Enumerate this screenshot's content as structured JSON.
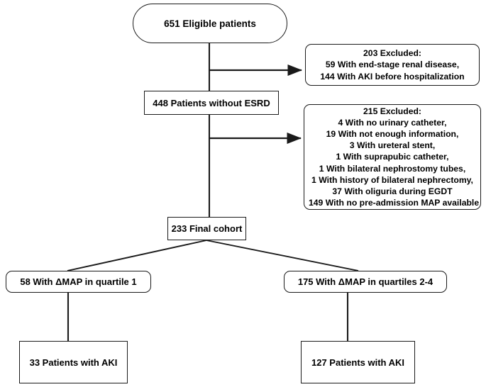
{
  "diagram": {
    "type": "flowchart",
    "title": "Patient enrollment flow diagram",
    "colors": {
      "stroke": "#1a1a1a",
      "fill": "#ffffff",
      "text": "#000000"
    },
    "nodes": {
      "eligible": {
        "label": "651 Eligible patients",
        "count": 651,
        "shape": "pill"
      },
      "excluded_1": {
        "shape": "rounded",
        "lines": [
          "203 Excluded:",
          "59 With end-stage renal disease,",
          "144 With AKI before hospitalization"
        ]
      },
      "without_esrd": {
        "label": "448 Patients without ESRD",
        "count": 448,
        "shape": "square"
      },
      "excluded_2": {
        "shape": "rounded",
        "lines": [
          "215 Excluded:",
          "4 With no urinary catheter,",
          "19 With not enough information,",
          "3 With ureteral stent,",
          "1 With suprapubic catheter,",
          "1 With bilateral nephrostomy tubes,",
          "1 With history of bilateral nephrectomy,",
          "37 With oliguria during EGDT",
          "149 With no pre-admission MAP available"
        ]
      },
      "final_cohort": {
        "label": "233 Final cohort",
        "count": 233,
        "shape": "square"
      },
      "quartile_1": {
        "label": "58 With ΔMAP in quartile 1",
        "count": 58,
        "shape": "rounded"
      },
      "quartile_24": {
        "label": "175 With ΔMAP in quartiles 2-4",
        "count": 175,
        "shape": "rounded"
      },
      "aki_left": {
        "label": "33 Patients with AKI",
        "count": 33,
        "shape": "square"
      },
      "aki_right": {
        "label": "127 Patients with AKI",
        "count": 127,
        "shape": "square"
      }
    },
    "connectors": [
      {
        "name": "eligible-to-without-esrd",
        "style": "line"
      },
      {
        "name": "branch-to-excluded-1",
        "style": "arrow"
      },
      {
        "name": "without-esrd-to-final-cohort",
        "style": "line"
      },
      {
        "name": "branch-to-excluded-2",
        "style": "arrow"
      },
      {
        "name": "final-cohort-to-quartile-1",
        "style": "line"
      },
      {
        "name": "final-cohort-to-quartile-24",
        "style": "line"
      },
      {
        "name": "quartile-1-to-aki-left",
        "style": "line"
      },
      {
        "name": "quartile-24-to-aki-right",
        "style": "line"
      }
    ]
  }
}
